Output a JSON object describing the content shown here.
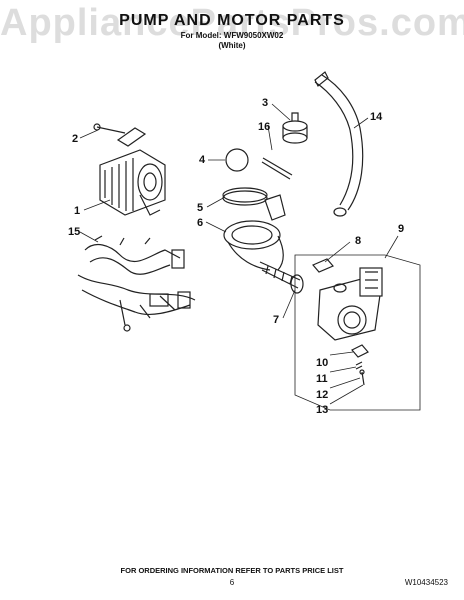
{
  "watermark": "AppliancePartsPros.com",
  "header": {
    "title": "PUMP AND MOTOR PARTS",
    "model": "For Model: WFW9050XW02",
    "color": "(White)"
  },
  "callouts": [
    "1",
    "2",
    "3",
    "4",
    "5",
    "6",
    "7",
    "8",
    "9",
    "10",
    "11",
    "12",
    "13",
    "14",
    "15",
    "16"
  ],
  "footer": {
    "note": "FOR ORDERING INFORMATION REFER TO PARTS PRICE LIST",
    "page": "6",
    "code": "W10434523"
  }
}
